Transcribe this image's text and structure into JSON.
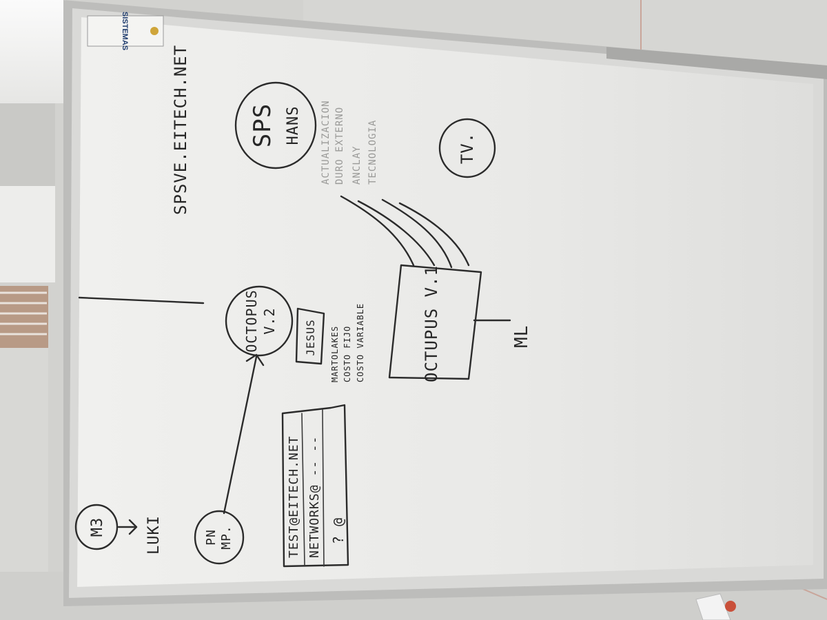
{
  "whiteboard": {
    "logo_text": "SISTEMAS",
    "url_text": "SPSVE.EITECH.NET",
    "circles": [
      {
        "id": "sps",
        "lines": [
          "SPS",
          "HANS"
        ]
      },
      {
        "id": "tv",
        "lines": [
          "TV."
        ]
      },
      {
        "id": "m3",
        "lines": [
          "M3"
        ]
      },
      {
        "id": "pn",
        "lines": [
          "PN",
          "MP."
        ]
      },
      {
        "id": "octopus2",
        "lines": [
          "OCTOPUS",
          "V.2"
        ]
      }
    ],
    "luki_text": "LUKI",
    "faint_notes": [
      "ACTUALIZACION",
      "DURO EXTERNO",
      "ANCLAY",
      "TECNOLOGIA"
    ],
    "jesus_text": "JESUS",
    "octopus_notes": [
      "MARTOLAKES",
      "COSTO FIJO",
      "COSTO VARIABLE"
    ],
    "box_text": "OCTUPUS V.1",
    "ml_text": "ML",
    "email_lines": [
      "TEST@EITECH.NET",
      "NETWORKS@ -- --",
      "? @"
    ]
  }
}
